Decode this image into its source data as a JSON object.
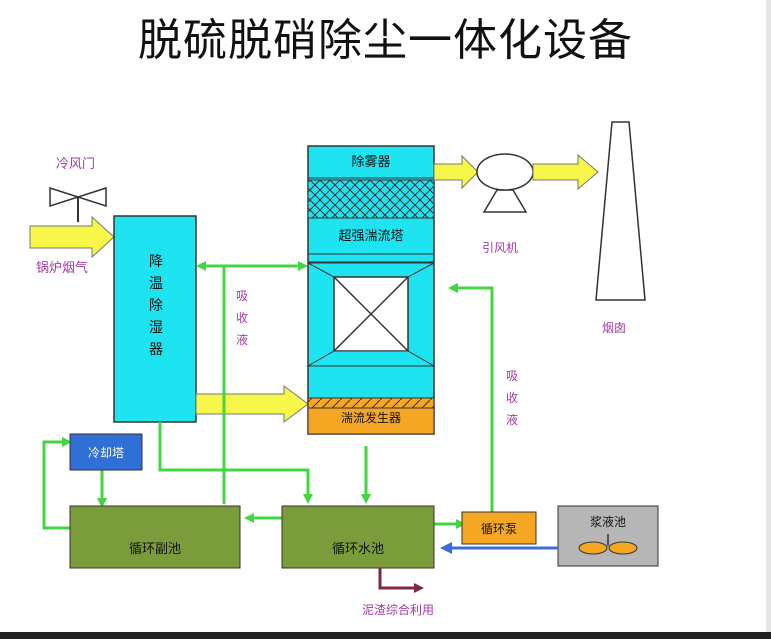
{
  "title": "脱硫脱硝除尘一体化设备",
  "labels": {
    "cold_air_door": "冷风门",
    "boiler_flue_gas": "锅炉烟气",
    "cooling_dehumidifier": [
      "降",
      "温",
      "除",
      "湿",
      "器"
    ],
    "absorbent_left": [
      "吸",
      "收",
      "液"
    ],
    "demister": "除雾器",
    "turbulence_tower": "超强湍流塔",
    "turbulence_generator": "湍流发生器",
    "induced_fan": "引风机",
    "chimney": "烟囱",
    "absorbent_right": [
      "吸",
      "收",
      "液"
    ],
    "cooling_tower": "冷却塔",
    "aux_circulation_pool": "循环副池",
    "circulation_pool": "循环水池",
    "circulation_pump": "循环泵",
    "slurry_pool": "浆液池",
    "sludge_reuse": "泥渣综合利用"
  },
  "colors": {
    "cyan_unit": "#1de4f0",
    "olive_pool": "#7b9c3a",
    "green_arrow": "#44d444",
    "yellow_arrow": "#f7f74a",
    "orange_unit": "#f5a623",
    "blue_box": "#2f6fd6",
    "gray_pool": "#b6b6b6",
    "purple_text": "#a23aa4",
    "blue_arrow": "#3b6fd6",
    "maroon_arrow": "#7a2a45"
  }
}
